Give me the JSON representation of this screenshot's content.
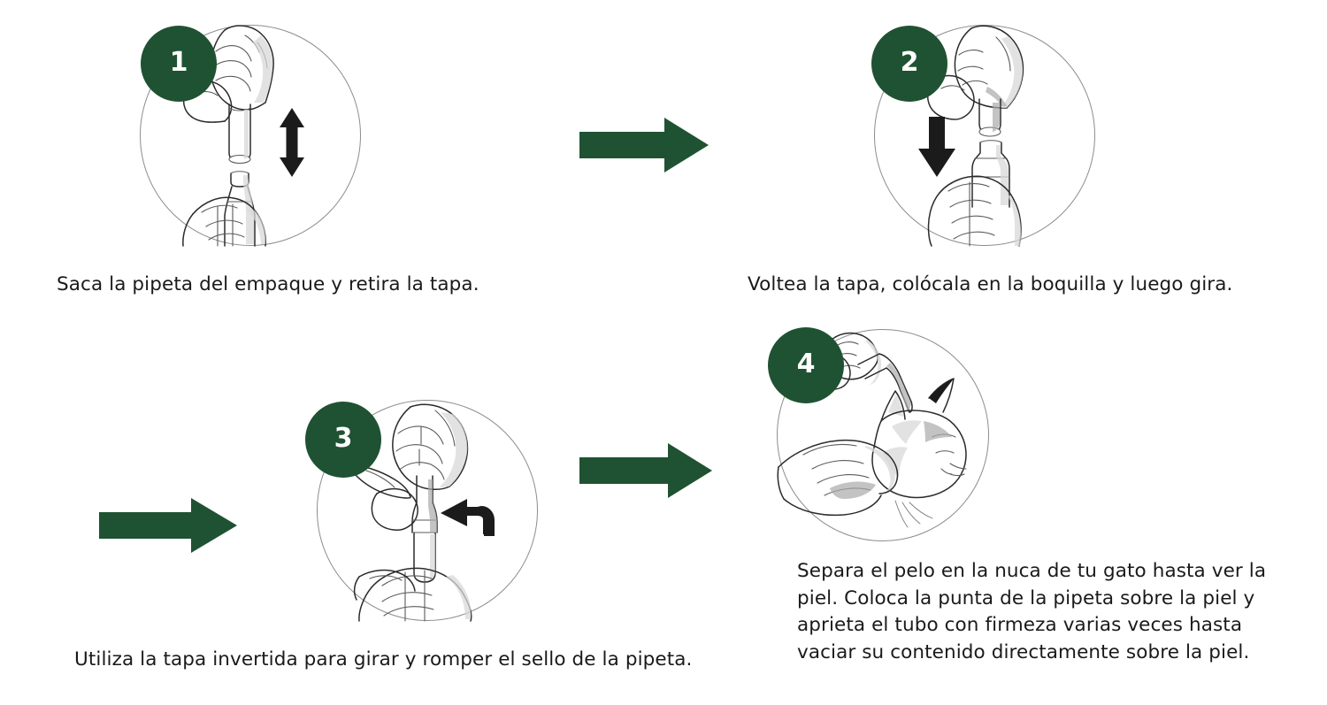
{
  "document": {
    "kind": "instruction-diagram",
    "language": "es",
    "background_color": "#ffffff",
    "text_color": "#1a1a1a",
    "accent_color": "#1f5232",
    "circle_outline_color": "#8d8d8d",
    "badge_text_color": "#ffffff",
    "arrow_black_color": "#1b1b1b"
  },
  "steps": [
    {
      "number": "1",
      "caption": "Saca la pipeta del empaque y retira la tapa.",
      "illustration": "hands-removing-cap-from-pipette",
      "motion_icon": "double-headed-vertical-arrow"
    },
    {
      "number": "2",
      "caption": "Voltea la tapa, colócala en la boquilla y luego gira.",
      "illustration": "hand-placing-inverted-cap-on-nozzle",
      "motion_icon": "down-arrow"
    },
    {
      "number": "3",
      "caption": "Utiliza la tapa invertida para girar y romper el sello de la pipeta.",
      "illustration": "hands-twisting-cap-to-break-seal",
      "motion_icon": "curved-rotate-arrow-left"
    },
    {
      "number": "4",
      "caption": "Separa el pelo en la nuca de tu gato hasta ver la\npiel. Coloca la punta de la pipeta sobre la piel y\naprieta el tubo con firmeza varias veces hasta\nvaciar su contenido directamente sobre la piel.",
      "illustration": "hand-applying-pipette-to-cat-neck",
      "motion_icon": "none"
    }
  ],
  "connectors": [
    {
      "name": "arrow-step1-to-step2",
      "direction": "right",
      "color": "#1f5232"
    },
    {
      "name": "arrow-step2-to-step3",
      "direction": "right",
      "color": "#1f5232"
    },
    {
      "name": "arrow-step3-to-step4",
      "direction": "right",
      "color": "#1f5232"
    }
  ]
}
